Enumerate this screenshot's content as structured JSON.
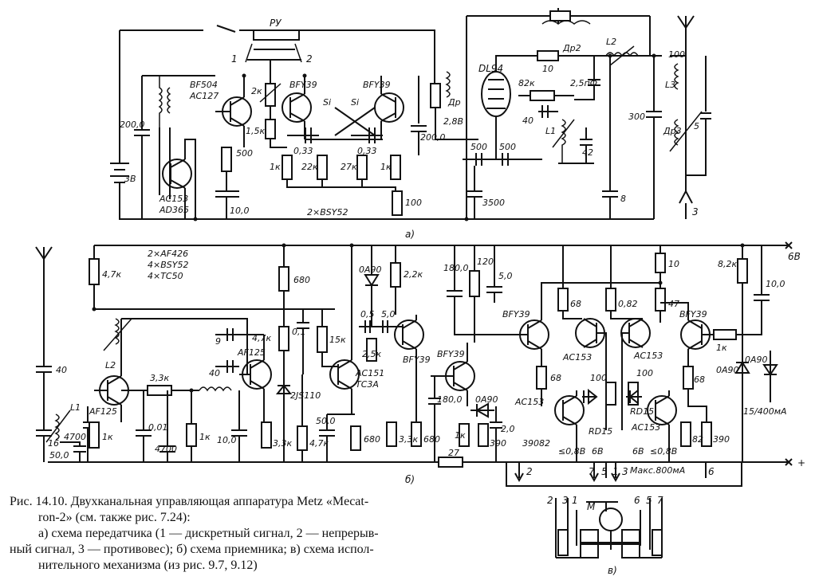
{
  "figure": {
    "caption_lines": [
      "Рис. 14.10. Двухканальная управляющая аппаратура Metz «Mecat-",
      "ron-2» (см. также рис. 7.24):",
      "a) схема передатчика  (1 — дискретный  сигнал,  2 — непрерыв-",
      "ный сигнал, 3 — противовес); б) схема приемника; в) схема испол-",
      "нительного механизма (из рис. 9.7, 9.12)"
    ],
    "subfig_labels": [
      "a)",
      "б)",
      "в)"
    ]
  },
  "transmitter": {
    "switch_label": "РУ",
    "position_labels": [
      "1",
      "2",
      "3"
    ],
    "transistor_labels": [
      "BF504",
      "AC127",
      "BFY39",
      "BFY39",
      "AC153",
      "AD365",
      "Si",
      "Si"
    ],
    "tube_label": "DL94",
    "component_values": [
      "2к",
      "1,5к",
      "500",
      "1к",
      "22к",
      "27к",
      "1к",
      "100",
      "200,0",
      "3В",
      "10,0",
      "0,33",
      "0,33",
      "200,0",
      "2,8В",
      "Др",
      "82к",
      "10",
      "Др2",
      "L2",
      "2,5пФ",
      "40",
      "L1",
      "42",
      "500",
      "500",
      "3500",
      "8",
      "300",
      "100",
      "L3",
      "5",
      "Др3"
    ],
    "note": "2×BSY52"
  },
  "receiver": {
    "header_notes": [
      "2×AF426",
      "4×BSY52",
      "4×TC50"
    ],
    "supply_labels": [
      "6В",
      "+"
    ],
    "transistor_labels": [
      "AF125",
      "AF125",
      "AC151",
      "TC3A",
      "BFY39",
      "BFY39",
      "BFY39",
      "AC153",
      "AC153",
      "AC153",
      "AC153",
      "BFY39",
      "RD15",
      "RD15"
    ],
    "component_values": [
      "4,7к",
      "680",
      "0А90",
      "2,2к",
      "180,0",
      "120",
      "5,0",
      "10",
      "8,2к",
      "10,0",
      "0,5",
      "5,0",
      "2,5к",
      "9",
      "4,7к",
      "0,1",
      "15к",
      "L2",
      "3,3к",
      "40",
      "2JS110",
      "40",
      "L1",
      "4700",
      "16",
      "50,0",
      "1к",
      "0,01",
      "4700",
      "1к",
      "10,0",
      "3,3к",
      "4,7к",
      "50,0",
      "680",
      "3,3к",
      "680",
      "180,0",
      "0А90",
      "1к",
      "390",
      "2,0",
      "390",
      "82",
      "68",
      "68",
      "0,82",
      "47",
      "100",
      "100",
      "68",
      "82",
      "390",
      "0А90",
      "0А90",
      "15/400мА",
      "1к",
      "27",
      "≤0,8В",
      "6В",
      "≤0,8В",
      "6В",
      "Макс.800мА"
    ],
    "output_numbers": [
      "2",
      "7",
      "5",
      "1",
      "3",
      "6"
    ]
  },
  "actuator": {
    "motor_label": "М",
    "wire_numbers": [
      "2",
      "3",
      "1",
      "6",
      "5",
      "7"
    ]
  }
}
